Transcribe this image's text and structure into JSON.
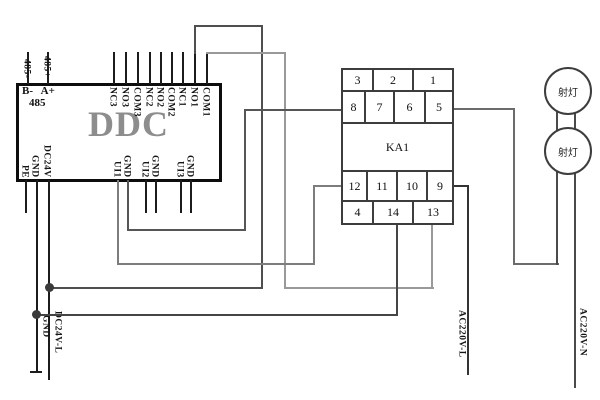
{
  "ddc": {
    "title": "DDC",
    "rs485_line1": "B-   A+",
    "rs485_line2": "485",
    "pin_485_minus": "485-",
    "pin_485_plus": "485+",
    "top_pins": [
      "NC3",
      "NO3",
      "COM3",
      "NC2",
      "NO2",
      "COM2",
      "NC1",
      "NO1",
      "COM1"
    ],
    "bottom_pins_left": [
      "PE",
      "GND",
      "DC24V"
    ],
    "bottom_pins_right": [
      "UI1",
      "GND",
      "UI2",
      "GND",
      "UI3",
      "GND"
    ]
  },
  "relay": {
    "label": "KA1",
    "row1": [
      "3",
      "2",
      "1"
    ],
    "row2": [
      "8",
      "7",
      "6",
      "5"
    ],
    "row3": [
      "12",
      "11",
      "10",
      "9"
    ],
    "row4": [
      "4",
      "14",
      "13"
    ]
  },
  "lights": {
    "top": "射灯",
    "bottom": "射灯"
  },
  "power": {
    "gnd": "GND",
    "dc24v": "DC24V-L",
    "ac_l": "AC220V-L",
    "ac_n": "AC220V-N"
  },
  "colors": {
    "wire_dark": "#383838",
    "wire_mid": "#5c5c5c",
    "wire_light": "#999999",
    "box_border": "#3d3d3d",
    "ddc_border": "#0d0d0d",
    "ddc_title": "#8d8d8d"
  }
}
